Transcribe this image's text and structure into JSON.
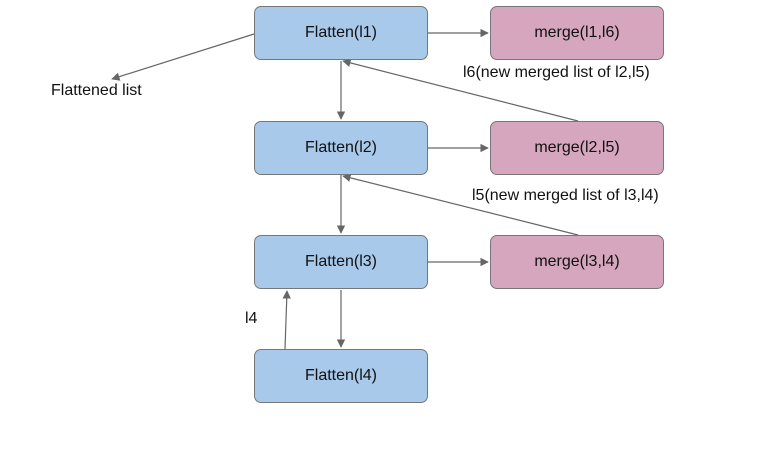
{
  "colors": {
    "flatten_fill": "#a8c9ea",
    "merge_fill": "#d5a6bd",
    "box_border": "#777777",
    "arrow": "#666666"
  },
  "nodes": {
    "flatten_l1": "Flatten(l1)",
    "flatten_l2": "Flatten(l2)",
    "flatten_l3": "Flatten(l3)",
    "flatten_l4": "Flatten(l4)",
    "merge_l1_l6": "merge(l1,l6)",
    "merge_l2_l5": "merge(l2,l5)",
    "merge_l3_l4": "merge(l3,l4)"
  },
  "labels": {
    "flattened_list": "Flattened list",
    "l6_note": "l6(new merged list of l2,l5)",
    "l5_note": "l5(new merged list of l3,l4)",
    "l4_edge": "l4"
  }
}
